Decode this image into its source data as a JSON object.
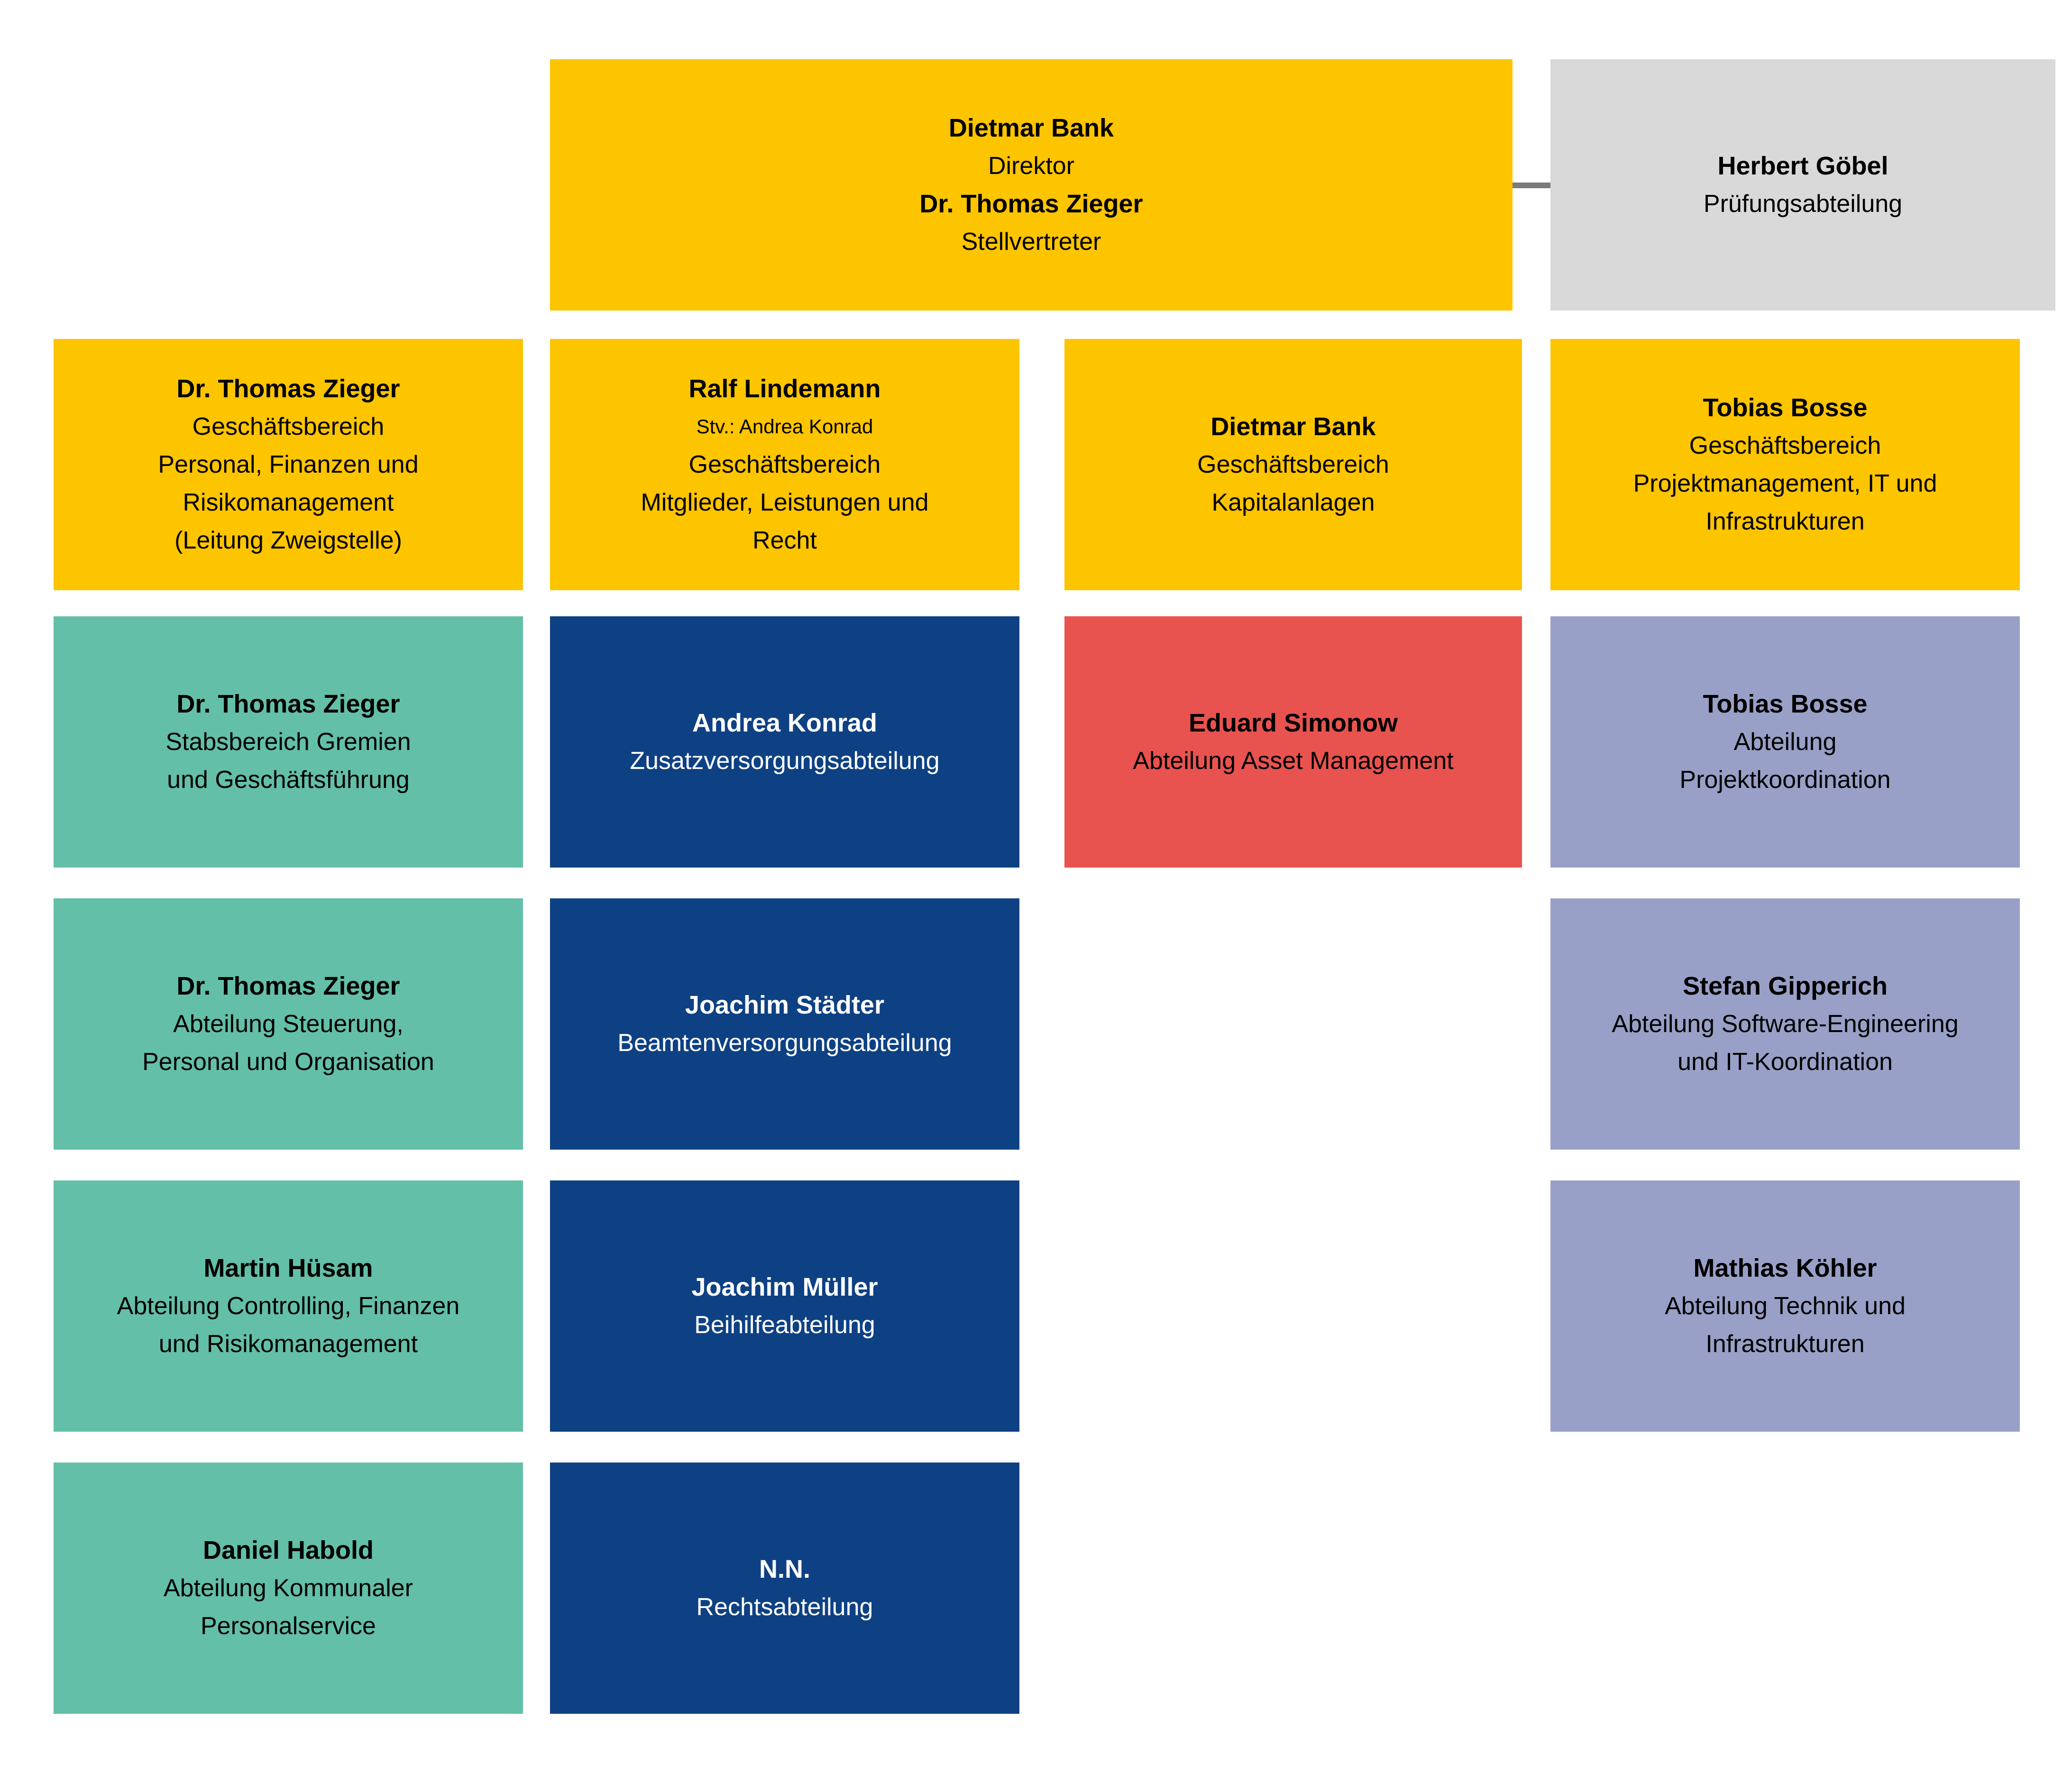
{
  "diagram_type": "organization-chart",
  "colors": {
    "board_yellow": "#FDC400",
    "audit_gray": "#D9D9D9",
    "teal": "#63BFA8",
    "dark_blue": "#0E4183",
    "red": "#E8534F",
    "purple": "#99A0C7",
    "connector_gray": "#7B7B7B",
    "text_dark": "#000000",
    "text_light": "#FFFFFF"
  },
  "org": {
    "direktion": {
      "lines": [
        "Dietmar Bank",
        "Direktor",
        "Dr. Thomas Zieger",
        "Stellvertreter"
      ]
    },
    "pruefungsabteilung": {
      "lines": [
        "Herbert Göbel",
        "Prüfungsabteilung"
      ]
    },
    "gb_personal_finanzen": {
      "lines": [
        "Dr. Thomas Zieger",
        "Geschäftsbereich",
        "Personal, Finanzen und",
        "Risikomanagement",
        "(Leitung Zweigstelle)"
      ]
    },
    "gb_mitglieder": {
      "lines": [
        "Ralf Lindemann",
        "Stv.: Andrea Konrad",
        "Geschäftsbereich",
        "Mitglieder, Leistungen und",
        "Recht"
      ]
    },
    "gb_kapitalanlagen": {
      "lines": [
        "Dietmar Bank",
        "Geschäftsbereich",
        "Kapitalanlagen"
      ]
    },
    "gb_projektmanagement": {
      "lines": [
        "Tobias Bosse",
        "Geschäftsbereich",
        "Projektmanagement, IT und",
        "Infrastrukturen"
      ]
    },
    "stabsbereich_gremien": {
      "lines": [
        "Dr. Thomas Zieger",
        "Stabsbereich Gremien",
        "und Geschäftsführung"
      ]
    },
    "zusatzversorgung": {
      "lines": [
        "Andrea Konrad",
        "Zusatzversorgungsabteilung"
      ]
    },
    "asset_management": {
      "lines": [
        "Eduard Simonow",
        "Abteilung Asset Management"
      ]
    },
    "projektkoordination": {
      "lines": [
        "Tobias Bosse",
        "Abteilung",
        "Projektkoordination"
      ]
    },
    "steuerung_personal": {
      "lines": [
        "Dr. Thomas Zieger",
        "Abteilung Steuerung,",
        "Personal und Organisation"
      ]
    },
    "beamtenversorgung": {
      "lines": [
        "Joachim Städter",
        "Beamtenversorgungsabteilung"
      ]
    },
    "software_engineering": {
      "lines": [
        "Stefan Gipperich",
        "Abteilung Software-Engineering",
        "und IT-Koordination"
      ]
    },
    "controlling_finanzen": {
      "lines": [
        "Martin Hüsam",
        "Abteilung Controlling, Finanzen",
        "und Risikomanagement"
      ]
    },
    "beihilfe": {
      "lines": [
        "Joachim Müller",
        "Beihilfeabteilung"
      ]
    },
    "technik_infrastrukturen": {
      "lines": [
        "Mathias Köhler",
        "Abteilung Technik und",
        "Infrastrukturen"
      ]
    },
    "kommunaler_personalservice": {
      "lines": [
        "Daniel Habold",
        "Abteilung Kommunaler",
        "Personalservice"
      ]
    },
    "rechtsabteilung": {
      "lines": [
        "N.N.",
        "Rechtsabteilung"
      ]
    }
  }
}
